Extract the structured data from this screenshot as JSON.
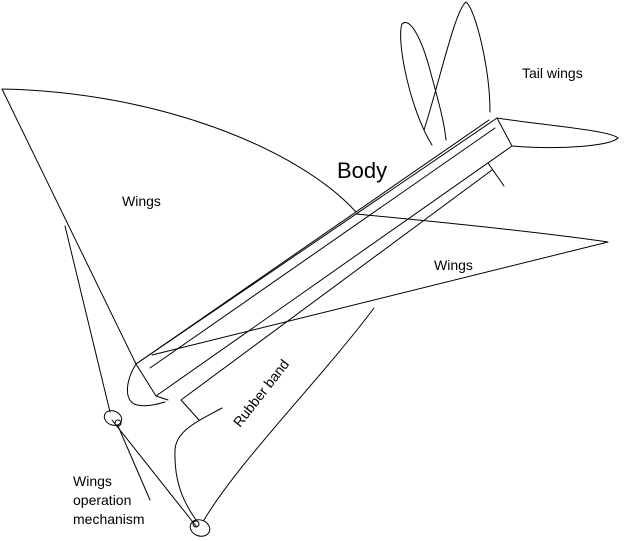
{
  "labels": {
    "body": "Body",
    "tail_wings": "Tail wings",
    "wings_left": "Wings",
    "wings_right": "Wings",
    "rubber_band": "Rubber band",
    "mechanism_line1": "Wings",
    "mechanism_line2": "operation",
    "mechanism_line3": "mechanism"
  },
  "colors": {
    "stroke": "#000000",
    "background": "#ffffff"
  }
}
